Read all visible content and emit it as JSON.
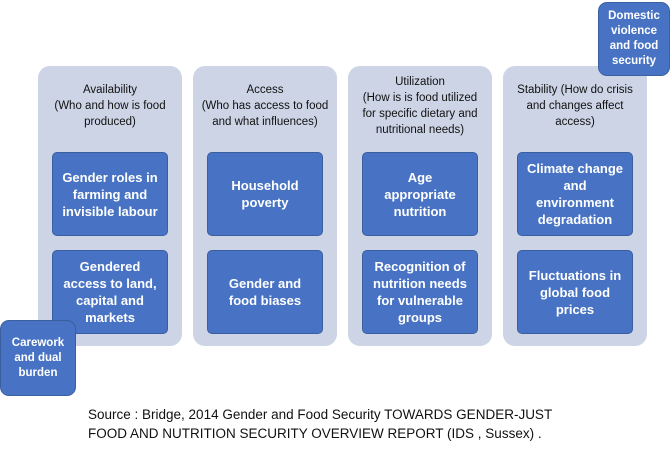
{
  "columns": [
    {
      "heading": "Availability\n(Who and how is food\nproduced)",
      "cards": [
        "Gender roles in\nfarming and\ninvisible labour",
        "Gendered\naccess to land,\ncapital and\nmarkets"
      ]
    },
    {
      "heading": "Access\n(Who has access to food\nand what influences)",
      "cards": [
        "Household\npoverty",
        "Gender and\nfood biases"
      ]
    },
    {
      "heading": "Utilization\n(How is  is food utilized\nfor  specific dietary and\nnutritional needs)",
      "cards": [
        "Age\nappropriate\nnutrition",
        "Recognition of\nnutrition needs\nfor vulnerable\ngroups"
      ]
    },
    {
      "heading": "Stability (How do crisis\nand changes affect\naccess)",
      "cards": [
        "Climate change\nand\nenvironment\ndegradation",
        "Fluctuations in\nglobal food\nprices"
      ]
    }
  ],
  "corner_boxes": {
    "domestic_violence": "Domestic\nviolence\nand food\nsecurity",
    "carework": "Carework\nand dual\nburden"
  },
  "source": "Source : Bridge, 2014  Gender and Food Security TOWARDS GENDER-JUST\nFOOD AND NUTRITION SECURITY OVERVIEW REPORT (IDS , Sussex) ."
}
